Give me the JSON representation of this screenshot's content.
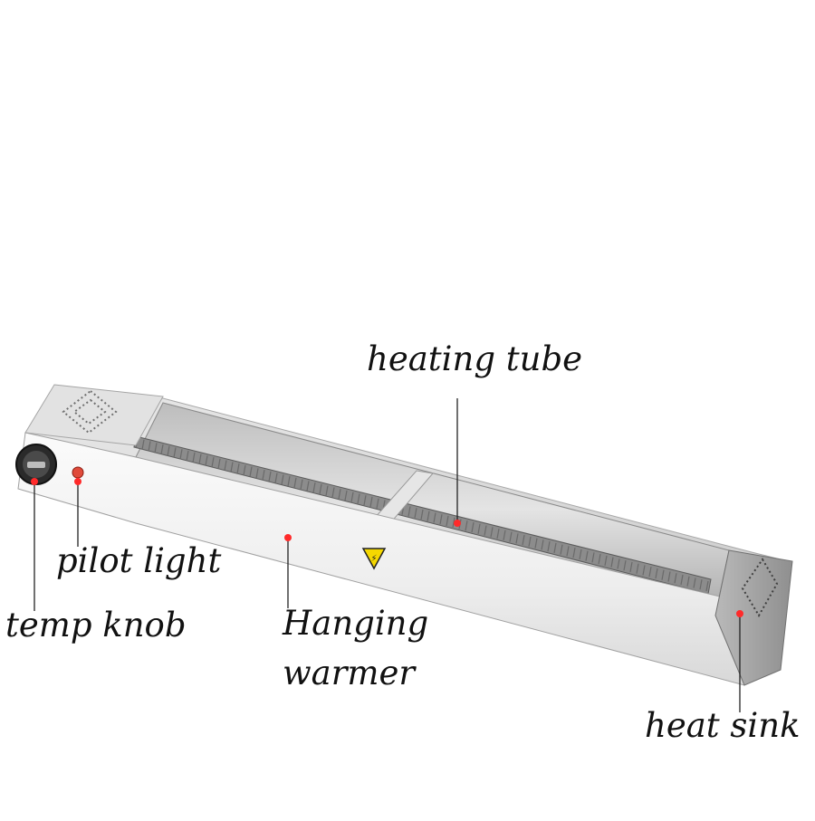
{
  "diagram": {
    "labels": {
      "heating_tube": "heating tube",
      "pilot_light": "pilot light",
      "temp_knob": "temp knob",
      "hanging_warmer_line1": "Hanging",
      "hanging_warmer_line2": "warmer",
      "heat_sink": "heat sink"
    },
    "colors": {
      "marker_dot": "#ff2a2a",
      "leader_line": "#222222",
      "steel_light": "#f1f1f1",
      "steel_mid": "#d6d6d6",
      "steel_dark": "#9a9a9a",
      "warning_yellow": "#f5d800"
    },
    "icons": [
      "temperature-knob-icon",
      "pilot-light-icon",
      "warning-triangle-icon",
      "vent-perforation-icon"
    ]
  }
}
